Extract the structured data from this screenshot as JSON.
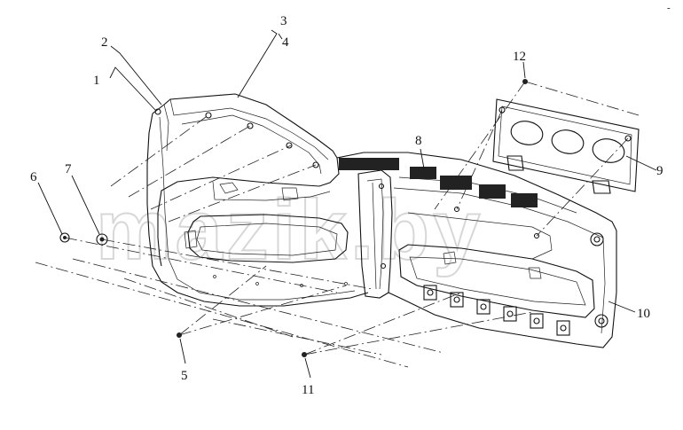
{
  "corner_mark": "-",
  "watermark": "mazik.by",
  "callouts": [
    {
      "id": "1",
      "label": "1"
    },
    {
      "id": "2",
      "label": "2"
    },
    {
      "id": "3",
      "label": "3"
    },
    {
      "id": "4",
      "label": "4"
    },
    {
      "id": "5",
      "label": "5"
    },
    {
      "id": "6",
      "label": "6"
    },
    {
      "id": "7",
      "label": "7"
    },
    {
      "id": "8",
      "label": "8"
    },
    {
      "id": "9",
      "label": "9"
    },
    {
      "id": "10",
      "label": "10"
    },
    {
      "id": "11",
      "label": "11"
    },
    {
      "id": "12",
      "label": "12"
    }
  ]
}
